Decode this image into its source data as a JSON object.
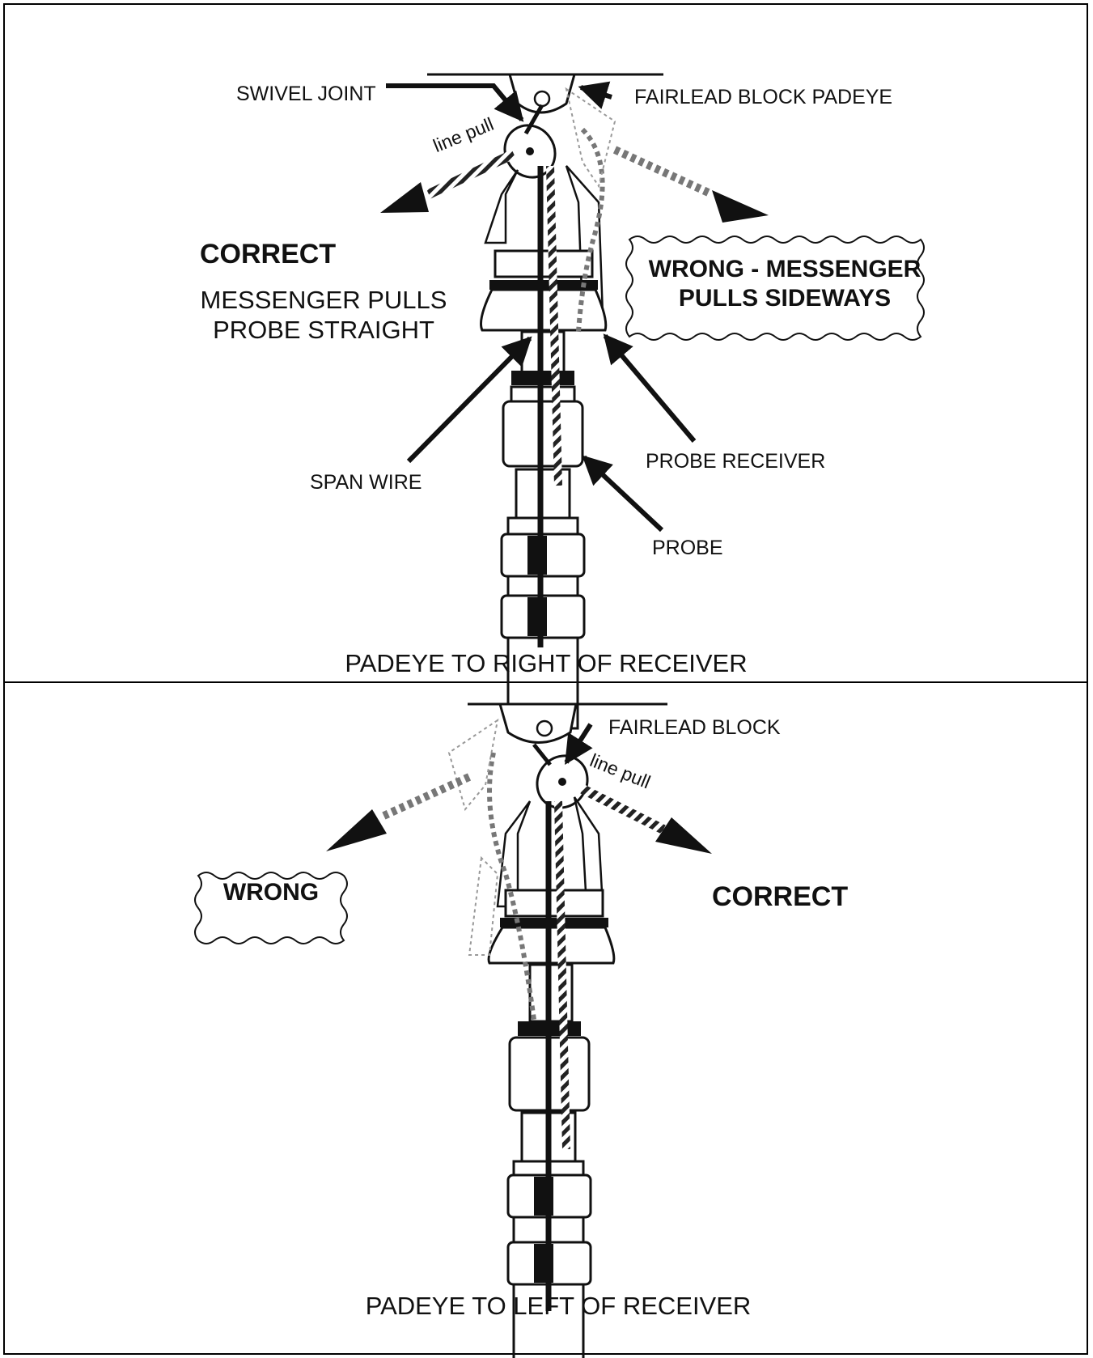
{
  "top_panel": {
    "labels": {
      "swivel_joint": "SWIVEL JOINT",
      "fairlead_block_padeye": "FAIRLEAD BLOCK PADEYE",
      "line_pull": "line pull",
      "correct_heading": "CORRECT",
      "correct_desc_line1": "MESSENGER PULLS",
      "correct_desc_line2": "PROBE STRAIGHT",
      "wrong_line1": "WRONG - MESSENGER",
      "wrong_line2": "PULLS SIDEWAYS",
      "span_wire": "SPAN WIRE",
      "probe_receiver": "PROBE RECEIVER",
      "probe": "PROBE"
    },
    "caption": "PADEYE TO RIGHT OF RECEIVER"
  },
  "bottom_panel": {
    "labels": {
      "fairlead_block": "FAIRLEAD BLOCK",
      "line_pull": "line pull",
      "wrong": "WRONG",
      "correct_heading": "CORRECT"
    },
    "caption": "PADEYE TO LEFT OF RECEIVER"
  },
  "colors": {
    "line": "#111111",
    "dashed": "#777777"
  }
}
